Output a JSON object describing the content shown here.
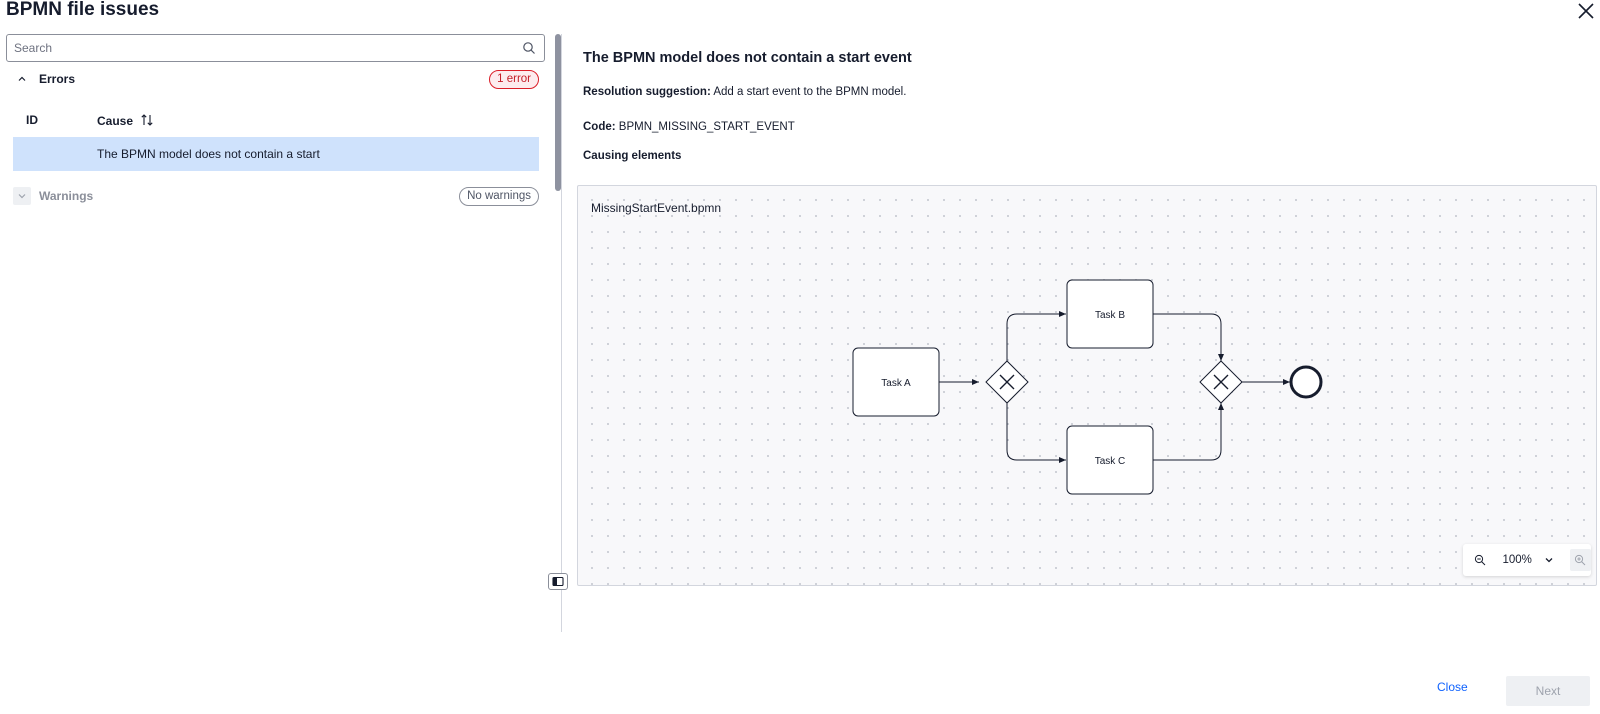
{
  "dialog": {
    "title": "BPMN file issues"
  },
  "search": {
    "placeholder": "Search",
    "value": ""
  },
  "errors": {
    "label": "Errors",
    "badge": "1 error"
  },
  "table": {
    "columns": [
      "ID",
      "Cause"
    ],
    "rows": [
      {
        "id": "",
        "cause": "The BPMN model does not contain a start"
      }
    ]
  },
  "warnings": {
    "label": "Warnings",
    "badge": "No warnings"
  },
  "issue": {
    "title": "The BPMN model does not contain a start event",
    "resolution_label": "Resolution suggestion:",
    "resolution_text": "Add a start event to the BPMN model.",
    "code_label": "Code:",
    "code_value": "BPMN_MISSING_START_EVENT",
    "causing_label": "Causing elements"
  },
  "diagram": {
    "file_name": "MissingStartEvent.bpmn",
    "tasks": {
      "a": "Task A",
      "b": "Task B",
      "c": "Task C"
    },
    "zoom": "100%"
  },
  "footer": {
    "close_label": "Close",
    "next_label": "Next"
  },
  "colors": {
    "accent": "#0f62fe",
    "error": "#da1e28",
    "selected_row": "#cfe2fc"
  }
}
